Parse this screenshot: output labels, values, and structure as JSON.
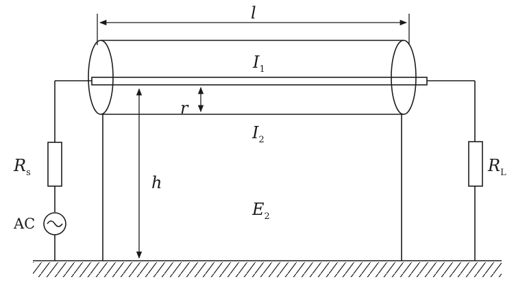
{
  "labels": {
    "length": "l",
    "current_1": {
      "main": "I",
      "sub": "1"
    },
    "current_2": {
      "main": "I",
      "sub": "2"
    },
    "radius": "r",
    "height": "h",
    "field": {
      "main": "E",
      "sub": "2"
    },
    "source_resistor": {
      "main": "R",
      "sub": "s"
    },
    "load_resistor": {
      "main": "R",
      "sub": "L"
    },
    "source": "AC"
  }
}
